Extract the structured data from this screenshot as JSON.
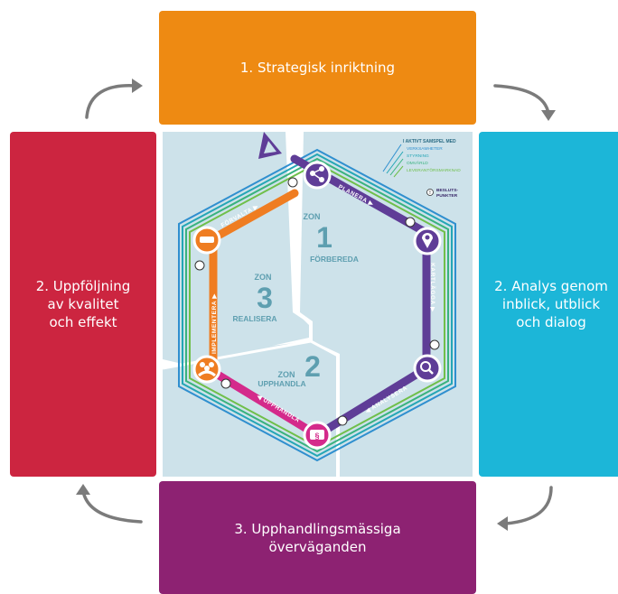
{
  "boxes": {
    "top": "1. Strategisk inriktning",
    "left": "2. Uppföljning\nav kvalitet\noch effekt",
    "right": "2. Analys genom\ninblick, utblick\noch dialog",
    "bottom": "3. Upphandlingsmässiga\növerväganden"
  },
  "zones": {
    "z1": {
      "label": "ZON",
      "number": "1",
      "name": "FÖRBEREDA"
    },
    "z2": {
      "label": "ZON",
      "number": "2",
      "name": "UPPHANDLA"
    },
    "z3": {
      "label": "ZON",
      "number": "3",
      "name": "REALISERA"
    }
  },
  "steps": {
    "planera": "PLANERA ▶",
    "kartlagga": "KARTLÄGGA ▶",
    "analysera": "◀ ANALYSERA",
    "upphandla": "◀ UPPHANDLA",
    "implementera": "IMPLEMENTERA ▶",
    "forvalta": "FÖRVALTA ▶"
  },
  "legend": {
    "title": "I AKTIVT SAMSPEL MED",
    "items": [
      "VERKSAMHETER",
      "STYRNING",
      "OMVÄRLD",
      "LEVERANTÖRSMARKNAD"
    ],
    "decision_line1": "BESLUTS-",
    "decision_line2": "PUNKTER",
    "decision_marker": "!"
  },
  "colors": {
    "orange": "#ee8a12",
    "red": "#cc2540",
    "cyan": "#1cb6d8",
    "purple": "#8d2272",
    "track_purple": "#5f3d97",
    "track_magenta": "#d42a8b",
    "track_orange": "#ef7d22",
    "zone_fill": "#cde2ea",
    "zone_text": "#5e9fb0"
  }
}
